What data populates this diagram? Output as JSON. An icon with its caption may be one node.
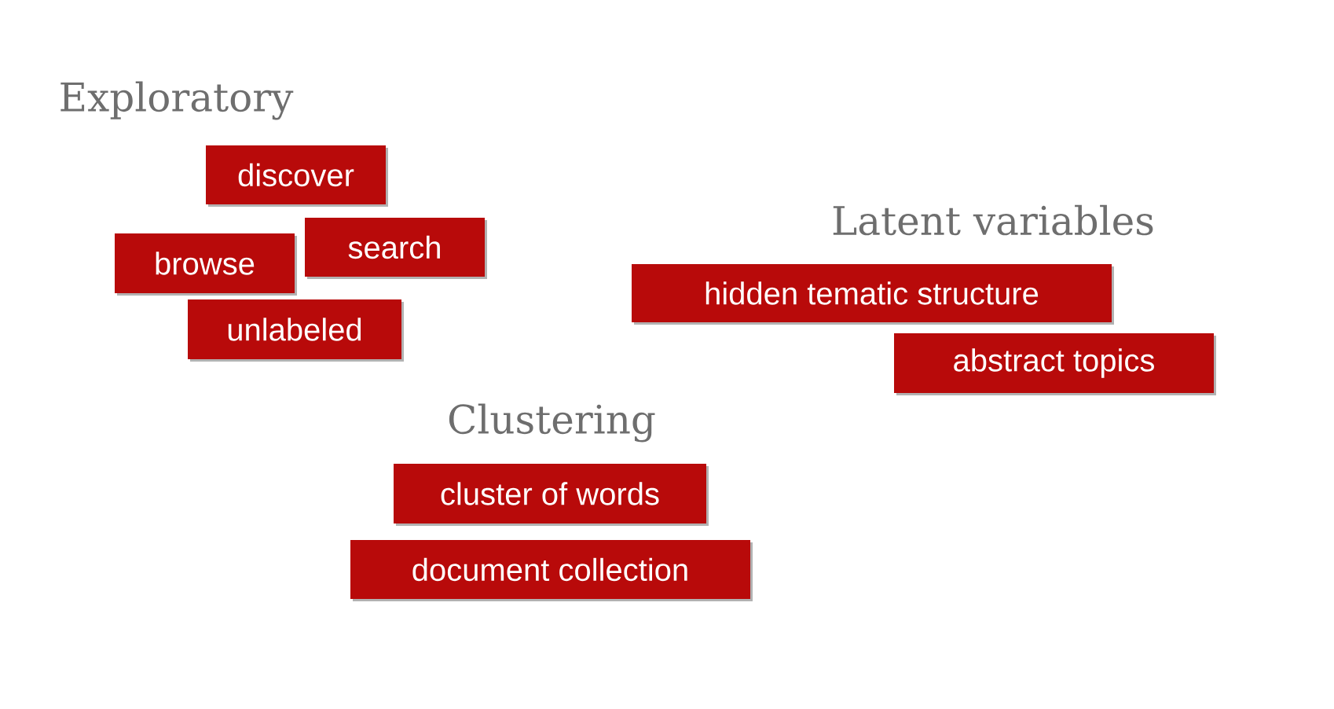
{
  "diagram": {
    "nodes": [
      {
        "text": [
          "discover"
        ]
      },
      {
        "text": [
          "search"
        ]
      },
      {
        "text": [
          "browse"
        ]
      },
      {
        "text": [
          "unlabeled"
        ]
      },
      {
        "text": [
          "hidden tematic structure"
        ]
      },
      {
        "text": [
          "abstract topics"
        ]
      },
      {
        "text": [
          "cluster of words"
        ]
      },
      {
        "text": [
          "document collection"
        ]
      }
    ],
    "labels": [
      "Exploratory",
      "Latent variables",
      "Clustering"
    ]
  }
}
